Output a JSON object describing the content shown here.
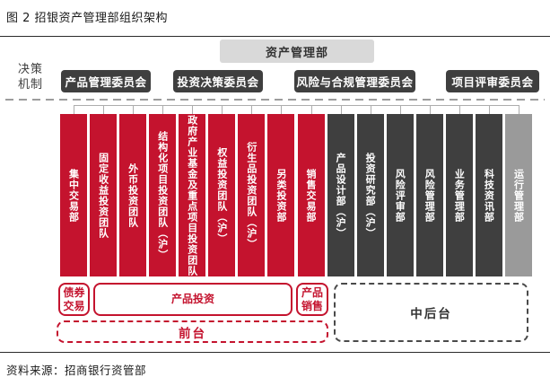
{
  "figure": {
    "title": "图 2 招银资产管理部组织架构",
    "source": "资料来源：招商银行资管部"
  },
  "org": {
    "root": "资产管理部",
    "decision_label": "决策机制",
    "committees": [
      {
        "label": "产品管理委员会"
      },
      {
        "label": "投资决策委员会"
      },
      {
        "label": "风险与合规管理委员会"
      },
      {
        "label": "项目评审委员会"
      }
    ],
    "departments": [
      {
        "label": "集中交易部",
        "type": "red"
      },
      {
        "label": "固定收益投资团队",
        "type": "red"
      },
      {
        "label": "外币投资团队",
        "type": "red"
      },
      {
        "label": "结构化项目投资团队（沪）",
        "type": "red"
      },
      {
        "label": "政府产业基金及重点项目投资团队",
        "type": "red"
      },
      {
        "label": "权益投资团队（沪）",
        "type": "red"
      },
      {
        "label": "衍生品投资团队（沪）",
        "type": "red"
      },
      {
        "label": "另类投资部",
        "type": "red"
      },
      {
        "label": "销售交易部",
        "type": "red"
      },
      {
        "label": "产品设计部（沪）",
        "type": "dark"
      },
      {
        "label": "投资研究部（沪）",
        "type": "dark"
      },
      {
        "label": "风险评审部",
        "type": "dark"
      },
      {
        "label": "风险管理部",
        "type": "dark"
      },
      {
        "label": "业务管理部",
        "type": "dark"
      },
      {
        "label": "科技资讯部",
        "type": "dark"
      },
      {
        "label": "运行管理部",
        "type": "gray"
      }
    ],
    "front_groups": [
      {
        "label": "债券交易"
      },
      {
        "label": "产品投资"
      },
      {
        "label": "产品销售"
      }
    ],
    "zones": [
      {
        "label": "前台"
      },
      {
        "label": "中后台"
      }
    ]
  },
  "colors": {
    "red": "#C4132E",
    "dark": "#3F3F3F",
    "gray": "#9A9A9A",
    "root_bg": "#D9D9D9",
    "connector": "#ADADAD",
    "text_dark": "#333333"
  }
}
